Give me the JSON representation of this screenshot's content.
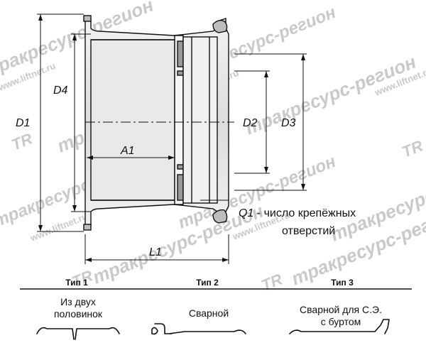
{
  "dimensions": {
    "d1": "D1",
    "d2": "D2",
    "d3": "D3",
    "d4": "D4",
    "a1": "A1",
    "l1": "L1"
  },
  "note": {
    "symbol": "Q1",
    "line1": " - число крепёжных",
    "line2": "отверстий"
  },
  "types": [
    {
      "title": "Тип 1",
      "desc_line1": "Из двух",
      "desc_line2": "половинок"
    },
    {
      "title": "Тип 2",
      "desc_line1": "Сварной",
      "desc_line2": ""
    },
    {
      "title": "Тип 3",
      "desc_line1": "Сварной для С.Э.",
      "desc_line2": "с буртом"
    }
  ],
  "watermark": {
    "brand": "тракресурс-регион",
    "url": "www.liftnet.ru",
    "logo": "TR"
  },
  "colors": {
    "line": "#111111",
    "watermark": "#c9c9c9",
    "metal_fill": "#e6e6e6",
    "section_fill": "#bdbdbd"
  }
}
